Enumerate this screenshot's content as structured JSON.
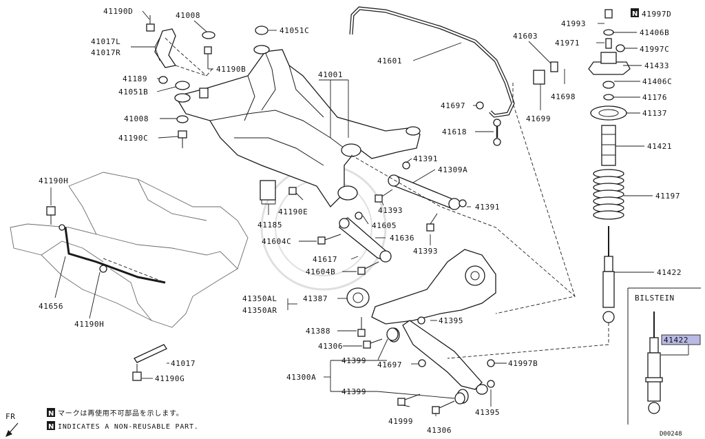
{
  "diagram": {
    "brand_box_title": "BILSTEIN",
    "doc_code": "D00248",
    "orientation_label": "FR",
    "notes": {
      "symbol": "N",
      "japanese": "マークは再使用不可部品を示します。",
      "english": "INDICATES A NON-REUSABLE PART."
    },
    "labels": {
      "p41190D": "41190D",
      "p41008_top": "41008",
      "p41051C": "41051C",
      "p41017L": "41017L",
      "p41017R": "41017R",
      "p41190B": "41190B",
      "p41189": "41189",
      "p41051B": "41051B",
      "p41008_mid": "41008",
      "p41190C": "41190C",
      "p41001": "41001",
      "p41601": "41601",
      "p41603": "41603",
      "p41698": "41698",
      "p41697_top": "41697",
      "p41699": "41699",
      "p41618": "41618",
      "p41391_top": "41391",
      "p41309A": "41309A",
      "p41393_top": "41393",
      "p41391_mid": "41391",
      "p41605": "41605",
      "p41636": "41636",
      "p41393_mid": "41393",
      "p41190H_top": "41190H",
      "p41185": "41185",
      "p41190E": "41190E",
      "p41604C": "41604C",
      "p41617": "41617",
      "p41604B": "41604B",
      "p41656": "41656",
      "p41190H_bot": "41190H",
      "p41350AL": "41350AL",
      "p41350AR": "41350AR",
      "p41387": "41387",
      "p41388": "41388",
      "p41395_top": "41395",
      "p41306_mid": "41306",
      "p41399_top": "41399",
      "p41697_bot": "41697",
      "p41997B": "41997B",
      "p41300A": "41300A",
      "p41399_bot": "41399",
      "p41999": "41999",
      "p41306_bot": "41306",
      "p41395_bot": "41395",
      "p41017_bot": "41017",
      "p41190G": "41190G",
      "p41993": "41993",
      "p41997D": "41997D",
      "p41406B": "41406B",
      "p41971": "41971",
      "p41997C": "41997C",
      "p41433": "41433",
      "p41406C": "41406C",
      "p41176": "41176",
      "p41137": "41137",
      "p41421": "41421",
      "p41197": "41197",
      "p41422": "41422",
      "p41422_bilstein": "41422"
    }
  }
}
